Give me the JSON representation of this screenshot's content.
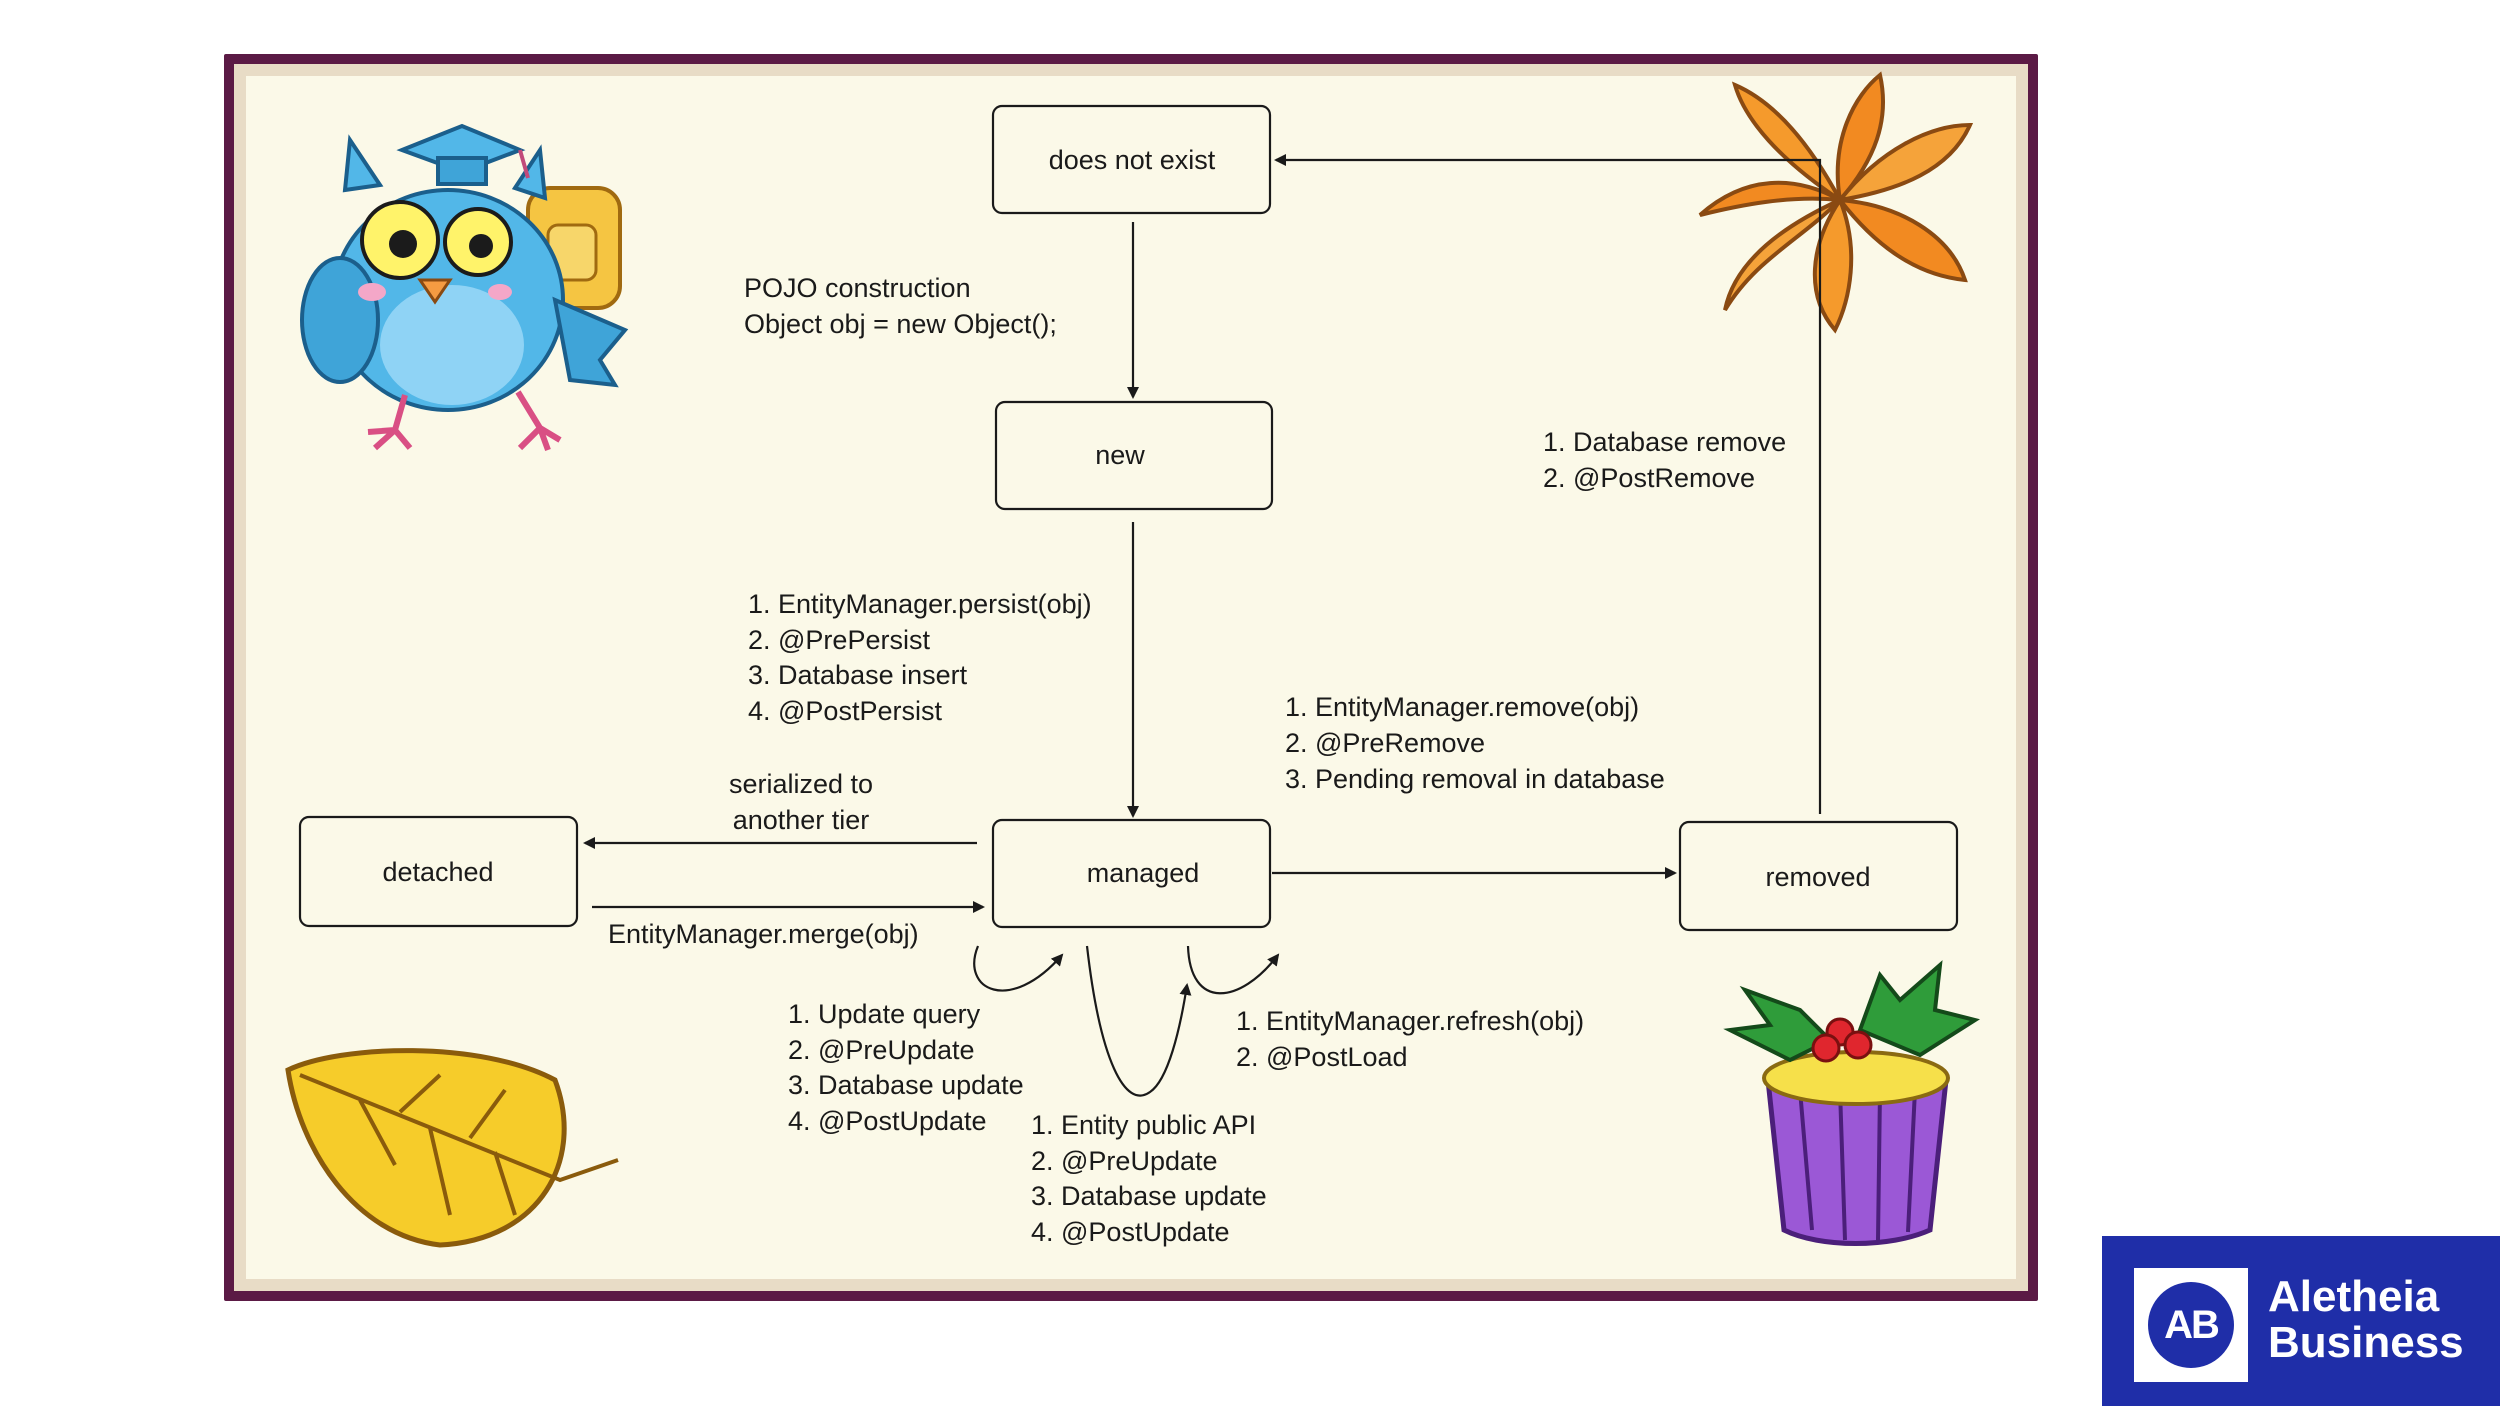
{
  "states": {
    "does_not_exist": "does not exist",
    "new": "new",
    "managed": "managed",
    "detached": "detached",
    "removed": "removed"
  },
  "labels": {
    "construction": [
      "POJO construction",
      "Object obj = new Object();"
    ],
    "persist": [
      "1. EntityManager.persist(obj)",
      "2. @PrePersist",
      "3. Database insert",
      "4. @PostPersist"
    ],
    "serialized": [
      "serialized to",
      "another tier"
    ],
    "merge": "EntityManager.merge(obj)",
    "remove": [
      "1. EntityManager.remove(obj)",
      "2. @PreRemove",
      "3. Pending removal in database"
    ],
    "db_remove": [
      "1. Database remove",
      "2. @PostRemove"
    ],
    "update_query": [
      "1. Update query",
      "2. @PreUpdate",
      "3. Database update",
      "4. @PostUpdate"
    ],
    "public_api": [
      "1. Entity public API",
      "2. @PreUpdate",
      "3. Database update",
      "4. @PostUpdate"
    ],
    "refresh": [
      "1. EntityManager.refresh(obj)",
      "2. @PostLoad"
    ]
  },
  "logo": {
    "initials": "AB",
    "line1": "Aletheia",
    "line2": "Business",
    "color": "#1f2ea8"
  },
  "colors": {
    "frame": "#5b1a45",
    "panel": "#fbf9e8"
  }
}
